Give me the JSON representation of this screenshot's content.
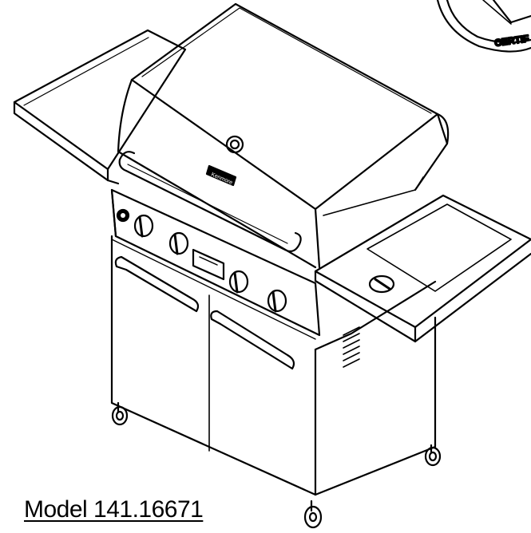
{
  "figure": {
    "model_label": "Model 141.16671",
    "certification_stamp_text": "CERTIF",
    "logo_badge": "Kenmore",
    "line_color": "#000000",
    "background_color": "#ffffff"
  }
}
